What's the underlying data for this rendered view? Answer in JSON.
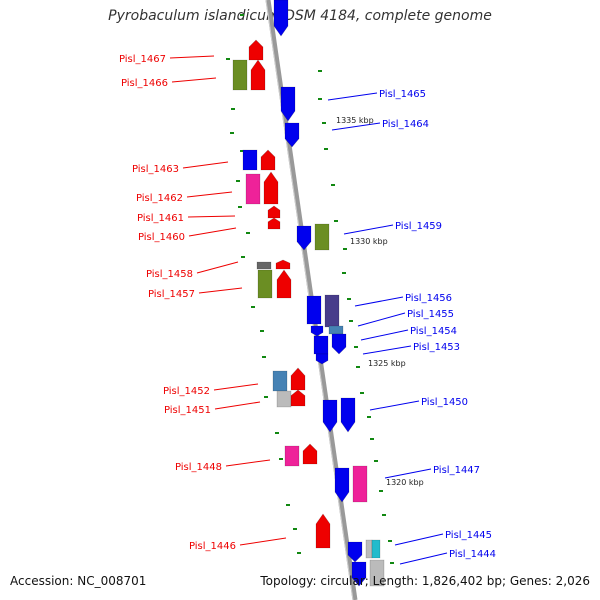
{
  "header": {
    "title": "Pyrobaculum islandicum DSM 4184, complete genome"
  },
  "footer": {
    "accession": "Accession: NC_008701",
    "topology": "Topology: circular; Length: 1,826,402 bp; Genes: 2,026"
  },
  "colors": {
    "red": "#ee0000",
    "blue": "#0000ee",
    "olive": "#6b8e23",
    "magenta": "#ee2299",
    "gray": "#bbbbbb",
    "steel": "#4682b4",
    "navy": "#483d8b",
    "cyan": "#22bbcc",
    "backbone": "#999999",
    "tick": "#118811"
  },
  "scale_labels": [
    "1335 kbp",
    "1330 kbp",
    "1325 kbp",
    "1320 kbp"
  ],
  "left_genes": [
    "Pisl_1467",
    "Pisl_1466",
    "Pisl_1463",
    "Pisl_1462",
    "Pisl_1461",
    "Pisl_1460",
    "Pisl_1458",
    "Pisl_1457",
    "Pisl_1452",
    "Pisl_1451",
    "Pisl_1448",
    "Pisl_1446"
  ],
  "right_genes": [
    "Pisl_1465",
    "Pisl_1464",
    "Pisl_1459",
    "Pisl_1456",
    "Pisl_1455",
    "Pisl_1454",
    "Pisl_1453",
    "Pisl_1450",
    "Pisl_1447",
    "Pisl_1445",
    "Pisl_1444"
  ]
}
